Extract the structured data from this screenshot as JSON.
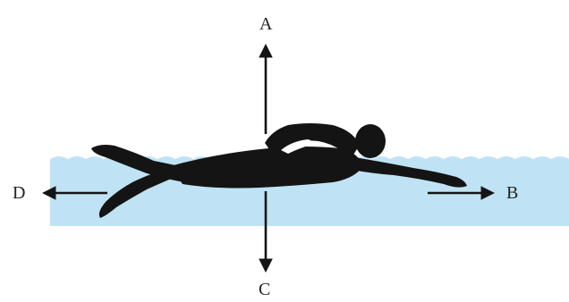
{
  "colors": {
    "water": "#bfe3f5",
    "ink": "#141414",
    "background": "#ffffff"
  },
  "labels": {
    "up": "A",
    "right": "B",
    "down": "C",
    "left": "D"
  }
}
